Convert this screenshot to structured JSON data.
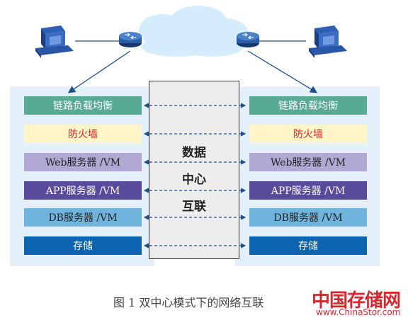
{
  "left_stack": [
    {
      "label": "链路负载均衡",
      "bg": "#58aa92",
      "color": "#ffffff"
    },
    {
      "label": "防火墙",
      "bg": "#fff5c9",
      "color": "#e11f1f"
    },
    {
      "label": "Web服务器 /VM",
      "bg": "#b2a8d4",
      "color": "#222222"
    },
    {
      "label": "APP服务器 /VM",
      "bg": "#5a4a9c",
      "color": "#ffffff"
    },
    {
      "label": "DB服务器 /VM",
      "bg": "#6fb4dc",
      "color": "#222222"
    },
    {
      "label": "存储",
      "bg": "#0c64b0",
      "color": "#ffffff"
    }
  ],
  "right_stack": [
    {
      "label": "链路负载均衡",
      "bg": "#58aa92",
      "color": "#ffffff"
    },
    {
      "label": "防火墙",
      "bg": "#fff5c9",
      "color": "#e11f1f"
    },
    {
      "label": "Web服务器 /VM",
      "bg": "#b2a8d4",
      "color": "#222222"
    },
    {
      "label": "APP服务器 /VM",
      "bg": "#5a4a9c",
      "color": "#ffffff"
    },
    {
      "label": "DB服务器 /VM",
      "bg": "#6fb4dc",
      "color": "#222222"
    },
    {
      "label": "存储",
      "bg": "#0c64b0",
      "color": "#ffffff"
    }
  ],
  "center": {
    "line1": "数据",
    "line2": "中心",
    "line3": "互联"
  },
  "caption": "图 1 双中心模式下的网络互联",
  "watermark": {
    "cn": "中国存储网",
    "url": "www.ChinaStor.com"
  },
  "icons": {
    "left_pc": "computer-icon",
    "right_pc": "computer-icon",
    "left_router": "router-icon",
    "right_router": "router-icon",
    "cloud": "cloud-icon"
  }
}
